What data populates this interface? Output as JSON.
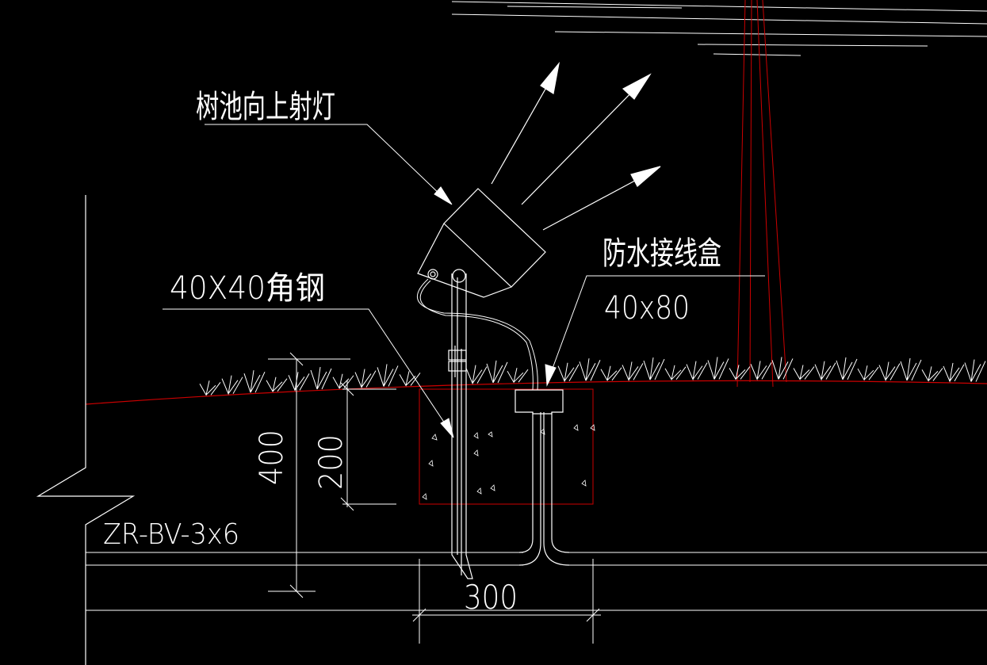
{
  "drawing": {
    "labels": {
      "tree_pit_uplight": "树池向上射灯",
      "angle_steel": "40X40角钢",
      "waterproof_junction_box": "防水接线盒",
      "junction_box_size": "40x80",
      "cable_spec": "ZR-BV-3x6"
    },
    "dimensions": {
      "depth_total": "400",
      "depth_footing": "200",
      "footing_width": "300"
    },
    "colors": {
      "background": "#000000",
      "line": "#ffffff",
      "ground_line": "#cc0000",
      "grass": "#ffffff"
    }
  }
}
